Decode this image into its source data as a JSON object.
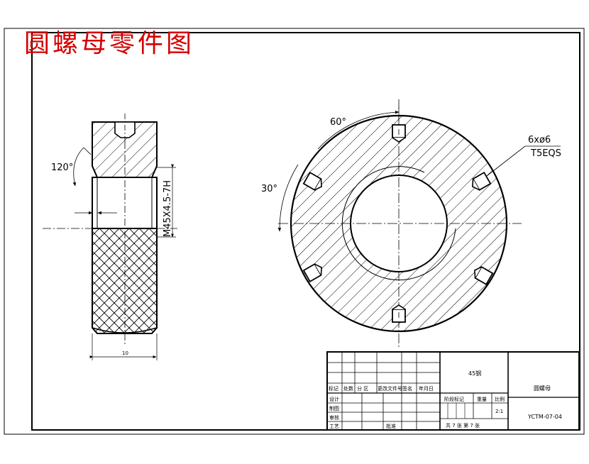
{
  "title": "圆螺母零件图",
  "dimensions": {
    "chamfer_angle": "120°",
    "thread_spec": "M45X4.5-7H",
    "width": "10",
    "hole_spacing_angle": "60°",
    "hole_offset_angle": "30°",
    "hole_spec": "6xø6",
    "hole_depth": "T5EQS"
  },
  "title_block": {
    "material": "45钢",
    "part_name": "圆螺母",
    "drawing_number": "YCTM-07-04",
    "scale_label": "比例",
    "scale_value": "2:1",
    "stage_mark_label": "阶段标记",
    "weight_label": "重量",
    "sheet_info": "共 7 张  第 7 张",
    "revision_headers": [
      "标记",
      "处数",
      "分 区",
      "更改文件号",
      "签名",
      "年月日"
    ],
    "role_design": "设计",
    "role_drafting": "制图",
    "role_review": "审核",
    "role_process": "工艺",
    "role_approve": "批准"
  }
}
